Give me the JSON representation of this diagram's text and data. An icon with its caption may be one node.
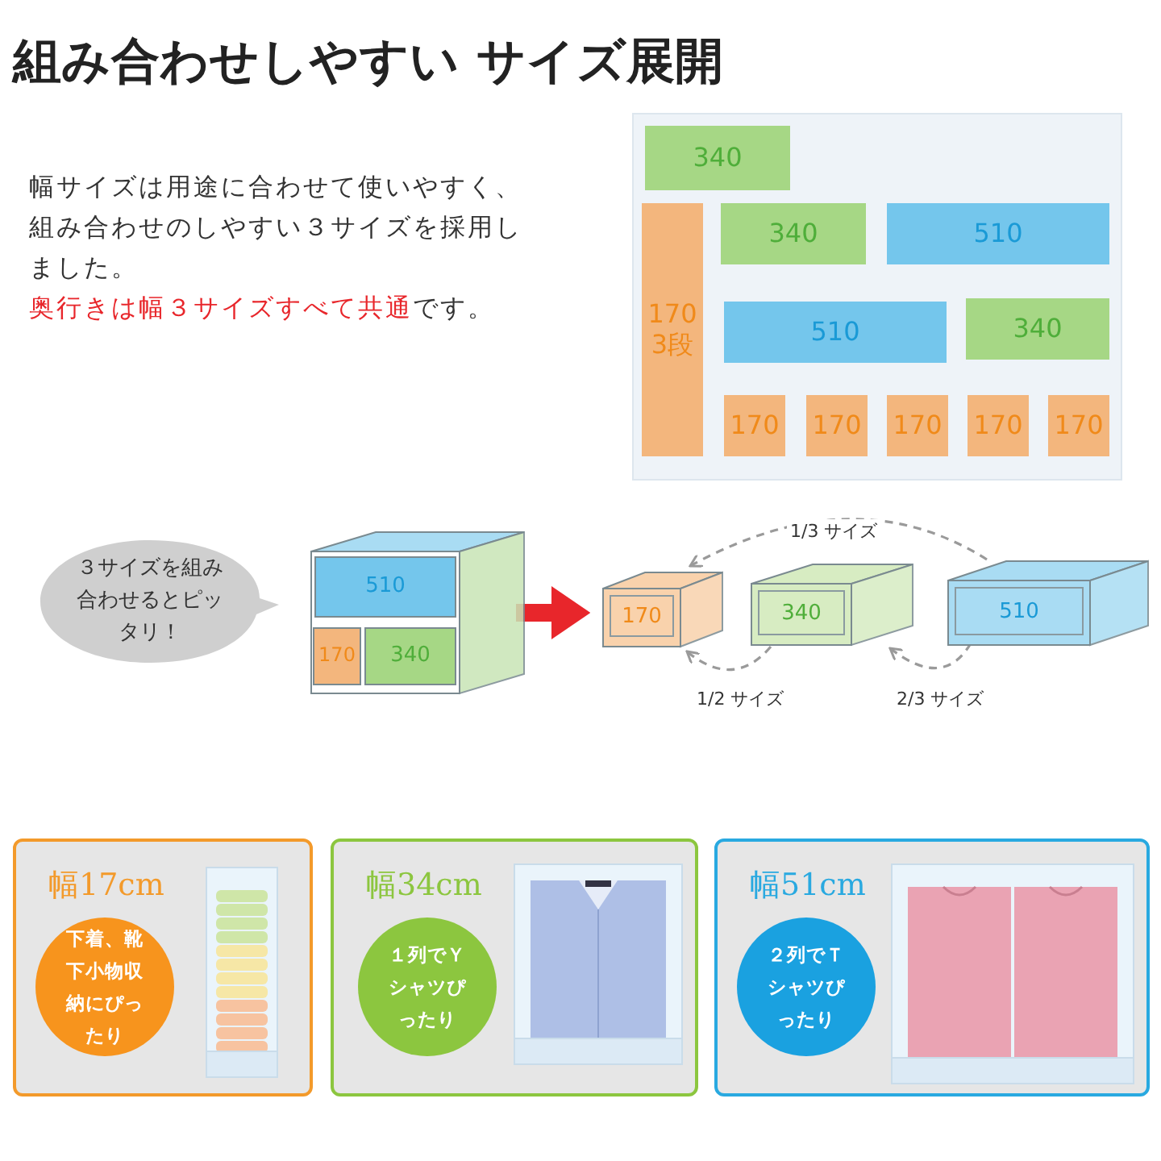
{
  "diagram": {
    "title": "組み合わせしやすい サイズ展開",
    "nodes": [
      {
        "text": [
          "340"
        ]
      },
      {
        "text": [
          "170 3段"
        ]
      },
      {
        "text": [
          "340"
        ]
      },
      {
        "text": [
          "510"
        ]
      },
      {
        "text": [
          "510"
        ]
      },
      {
        "text": [
          "340"
        ]
      },
      {
        "text": [
          "170"
        ]
      },
      {
        "text": [
          "170"
        ]
      },
      {
        "text": [
          "170"
        ]
      },
      {
        "text": [
          "170"
        ]
      },
      {
        "text": [
          "170"
        ]
      },
      {
        "text": [
          "３サイズを組み合わせるとピッタリ！"
        ]
      },
      {
        "text": [],
        "shape": "box"
      },
      {
        "text": [
          "510"
        ],
        "in": 12
      },
      {
        "text": [
          "170"
        ],
        "in": 12
      },
      {
        "text": [
          "340"
        ],
        "in": 12
      },
      {
        "text": [
          "170"
        ]
      },
      {
        "text": [
          "340"
        ]
      },
      {
        "text": [
          "510"
        ]
      },
      {
        "text": [
          "幅17cm"
        ]
      },
      {
        "text": [
          "下着、靴下小物収納にぴったり"
        ],
        "in": 19
      },
      {
        "text": [
          "幅34cm"
        ]
      },
      {
        "text": [
          "１列でＹシャツぴったり"
        ],
        "in": 21
      },
      {
        "text": [
          "幅51cm"
        ]
      },
      {
        "text": [
          "２列でＴシャツぴったり"
        ],
        "in": 23
      }
    ],
    "edges": [
      {
        "from": 12,
        "to": 16,
        "arrow": "to",
        "style": "thick",
        "color": "#e8262b"
      },
      {
        "from": 18,
        "to": 16,
        "arrow": "to",
        "label": "1/3 サイズ",
        "style": "dashed"
      },
      {
        "from": 17,
        "to": 16,
        "arrow": "to",
        "label": "1/2 サイズ",
        "style": "dashed"
      },
      {
        "from": 18,
        "to": 17,
        "arrow": "to",
        "label": "2/3 サイズ",
        "style": "dashed"
      }
    ],
    "labels": [
      "幅サイズは用途に合わせて使いやすく、組み合わせのしやすい３サイズを採用しました。",
      "奥行きは幅３サイズすべて共通",
      "です。"
    ]
  }
}
